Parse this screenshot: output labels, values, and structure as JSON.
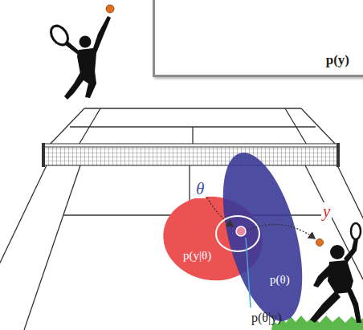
{
  "diagram": {
    "nodes": [
      {
        "text": [
          "p(y)"
        ]
      },
      {
        "text": [
          "p(y|θ)"
        ]
      },
      {
        "text": [
          "p(θ)"
        ]
      }
    ],
    "labels": [
      "θ",
      "y",
      "p(θ|y)"
    ]
  }
}
